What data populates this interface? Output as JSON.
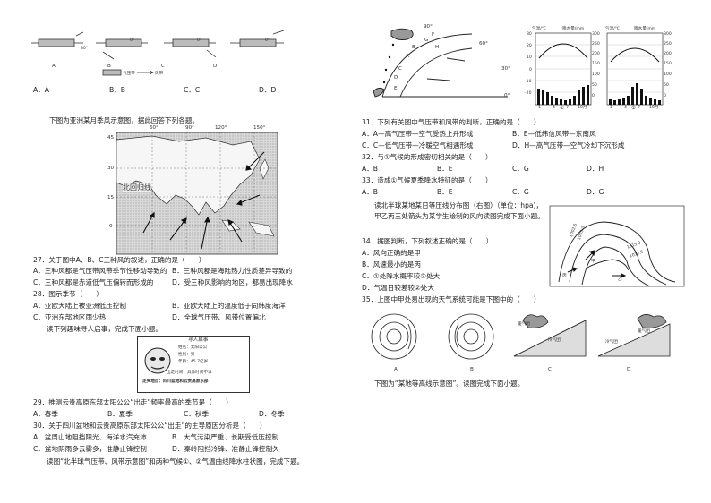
{
  "left": {
    "top_diagram": {
      "labels": [
        "A",
        "B",
        "C",
        "D"
      ],
      "lat_30": "30°",
      "legend_pressure": "气压带",
      "legend_wind": "风带",
      "deg_marks": [
        "0°",
        "0°",
        "0°"
      ]
    },
    "q_top_options": [
      "A．A",
      "B．B",
      "C．C",
      "D．D"
    ],
    "intro_monsoon": "下图为亚洲某月季风示意图，据此回答下列各题。",
    "map": {
      "top_lon": [
        "60°",
        "90°",
        "120°",
        "150°"
      ],
      "lat": [
        "45",
        "30",
        "15",
        "0"
      ],
      "tropic": "北回归线"
    },
    "q27": {
      "stem": "27．关于图中A、B、C三种风的叙述，正确的是（　　）",
      "A": "A．三种风都是气压带风带季节性移动导致的",
      "B": "B．三种风都是海陆热力性质差异导致的",
      "C": "C．三种风都是赤道低气压偏转而形成的",
      "D": "D．受三种风影响的地区，都易出现降水"
    },
    "q28": {
      "stem": "28．图示季节（　　）",
      "A": "A．亚欧大陆上被亚洲低压控制",
      "B": "B．亚欧大陆上的温度低于同纬度海洋",
      "C": "C．亚洲东部地区雨少热",
      "D": "D．全球气压带、风带位置偏北"
    },
    "intro_notice": "读下列趣味寻人启事，完成下面小题。",
    "notice": {
      "title": "寻人启事",
      "name": "姓名：太阳公公",
      "gender": "性别：男",
      "age": "年龄：45.7亿岁",
      "time": "出走时间：具体时间不详",
      "place": "走失地点：四川盆地和云贵高原东部"
    },
    "q29": {
      "stem": "29．推测云贵高原东部太阳公公“出走”频率最高的季节是（　　）",
      "A": "A．春季",
      "B": "B．夏季",
      "C": "C．秋季",
      "D": "D．冬季"
    },
    "q30": {
      "stem": "30．关于四川盆地和云贵高原东部太阳公公“出走”的主导原因分析是（　　）",
      "A": "A．盆周山地阻挡阳光、海洋水汽充沛",
      "B": "B．大气污染严重、长期受低压控制",
      "C": "C．盆地阴雨多云雾多，准静止锋控制",
      "D": "D．秦岭阻挡冷锋、准静止锋控制久"
    },
    "intro_last": "读图“北半球气压带、风带示意图”和两种气候①、②气温曲线降水柱状图，完成下题。"
  },
  "right": {
    "arc": {
      "lat": [
        "90°",
        "60°",
        "30°",
        "0°"
      ],
      "letters": [
        "A",
        "B",
        "C",
        "D",
        "E",
        "F",
        "G",
        "H"
      ]
    },
    "climate": {
      "left_temp": "气温/℃",
      "left_rain": "降水量/mm",
      "right_temp": "气温/℃",
      "right_rain": "降水量/mm",
      "circle1": "①",
      "circle2": "②",
      "months": [
        "1",
        "4",
        "7",
        "10月"
      ],
      "temp_ticks": [
        "30",
        "20",
        "10",
        "0",
        "-10",
        "-20"
      ],
      "rain_ticks": [
        "300",
        "250",
        "200",
        "150",
        "100",
        "50",
        "0"
      ]
    },
    "q31": {
      "stem": "31．下列有关图中气压带和风带的判断，正确的是（　　）",
      "A": "A．A—高气压带—空气受热上升形成",
      "B": "B．E—低纬信风带—东南风",
      "C": "C．C—低气压带—冷暖空气相遇形成",
      "D": "D．H—高气压带—空气冷却下沉形成"
    },
    "q32": {
      "stem": "32．与①气候的形成密切相关的是（　　）",
      "A": "A．B",
      "B": "B．E",
      "C": "C．G",
      "D": "D．H"
    },
    "q33": {
      "stem": "33．造成①气候夏季降水特征的是（　　）",
      "A": "A．B",
      "B": "B．E",
      "C": "C．G",
      "D": "D．G"
    },
    "intro_iso": "读北半球某地某日等压线分布图（右图）（单位：hpa)，甲乙丙三处箭头为某学生绘制的风向读图完成下面小题。",
    "iso_labels": [
      "1002.5",
      "1005.0",
      "1012.5",
      "1015.0",
      "甲",
      "乙",
      "丙"
    ],
    "q34": {
      "stem": "34．据图判断，下列叙述正确的是（　　）",
      "A": "A．风向正确的是甲",
      "B": "B．风速最小的是丙",
      "C": "C．①处降水概率较②处大",
      "D": "D．气温日较差较②处大"
    },
    "q35": {
      "stem": "35．上图中甲处易出现的天气系统可能是下图中的（　　）",
      "labels": [
        "A",
        "B",
        "C",
        "D"
      ],
      "cold_air": "冷气团",
      "warm_air": "暖气团",
      "cold_air2": "冷气团",
      "warm_air2": "暖气团"
    },
    "intro_bottom": "下图为“某地等高线示意图”。读图完成下面小题。"
  }
}
